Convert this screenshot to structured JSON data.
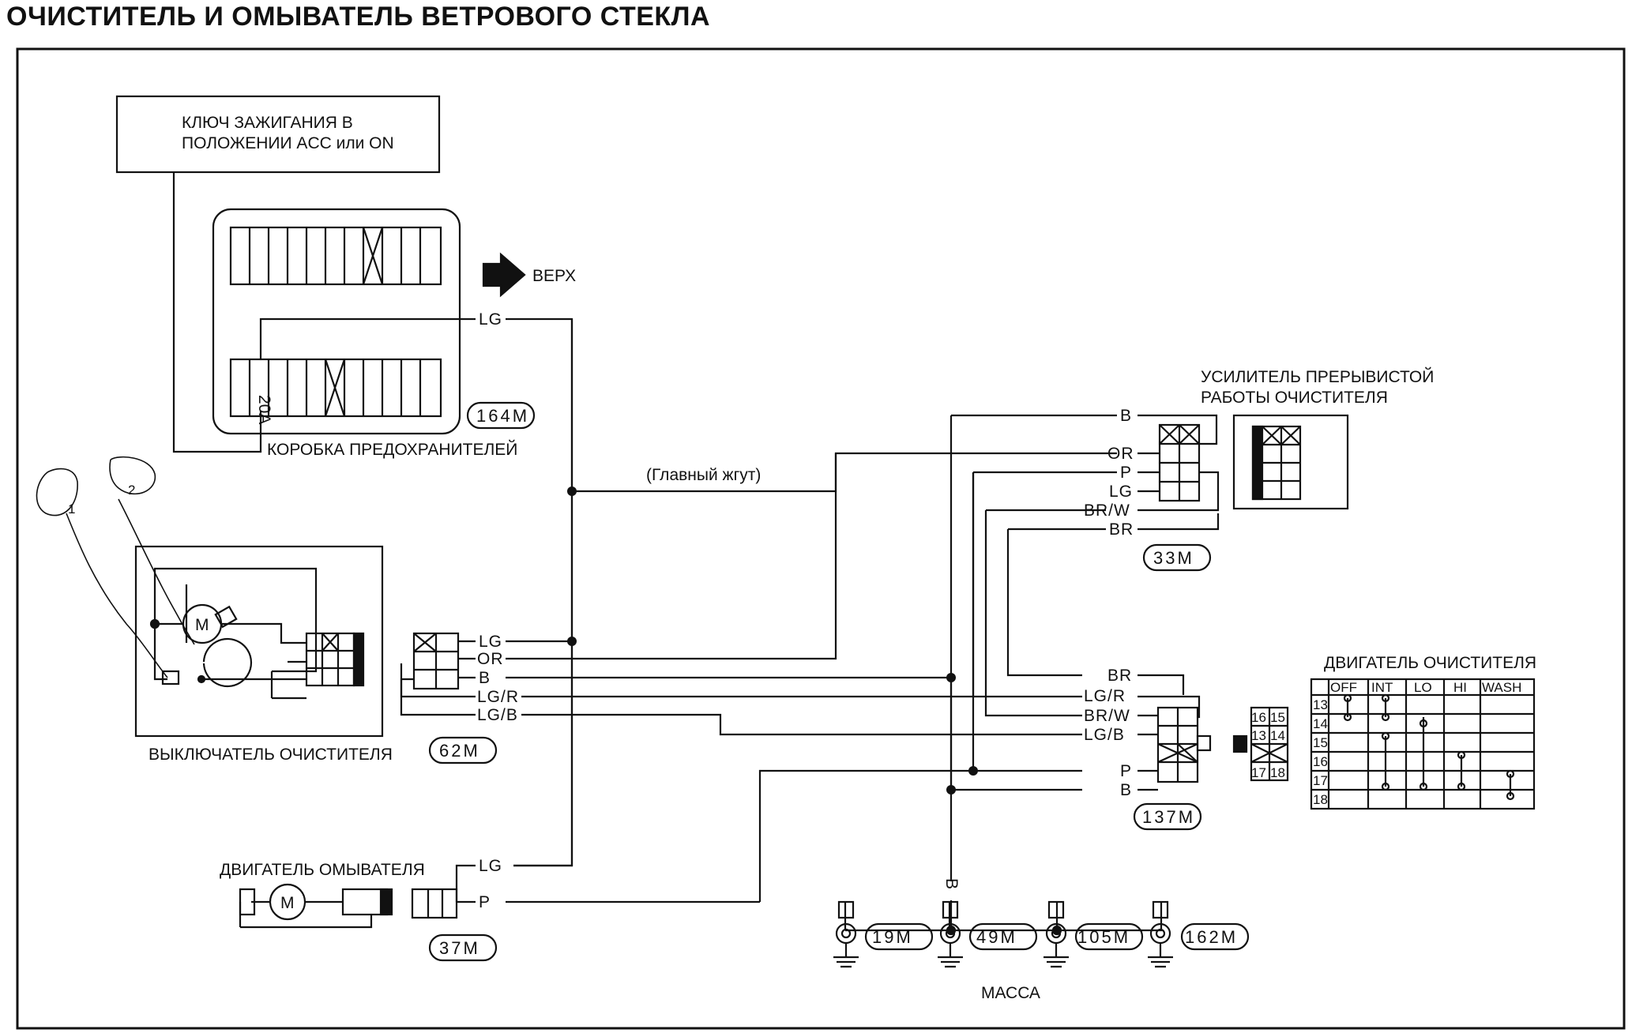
{
  "title": "ОЧИСТИТЕЛЬ И ОМЫВАТЕЛЬ ВЕТРОВОГО СТЕКЛА",
  "ignition": {
    "line1": "КЛЮЧ ЗАЖИГАНИЯ В",
    "line2": "ПОЛОЖЕНИИ ACC или ON"
  },
  "fuse_box": {
    "label": "КОРОБКА ПРЕДОХРАНИТЕЛЕЙ",
    "fuse_rating": "20A",
    "connector": "164M"
  },
  "up_arrow_label": "ВЕРХ",
  "main_harness": "(Главный жгут)",
  "intermittent_amp": {
    "line1": "УСИЛИТЕЛЬ ПРЕРЫВИСТОЙ",
    "line2": "РАБОТЫ ОЧИСТИТЕЛЯ",
    "connector": "33M"
  },
  "wiper_switch": {
    "label": "ВЫКЛЮЧАТЕЛЬ ОЧИСТИТЕЛЯ",
    "connector": "62M",
    "motor_letter": "M"
  },
  "wiper_motor": {
    "label": "ДВИГАТЕЛЬ ОЧИСТИТЕЛЯ",
    "connector": "137M"
  },
  "washer_motor": {
    "label": "ДВИГАТЕЛЬ ОМЫВАТЕЛЯ",
    "connector": "37M",
    "motor_letter": "M"
  },
  "ground": {
    "label": "МАССА",
    "connectors": [
      "19M",
      "49M",
      "105M",
      "162M"
    ],
    "wire": "B"
  },
  "wires": {
    "fuse_out": "LG",
    "amp": [
      "B",
      "OR",
      "P",
      "LG",
      "BR/W",
      "BR"
    ],
    "switch": [
      "LG",
      "OR",
      "B",
      "LG/R",
      "LG/B"
    ],
    "motor": [
      "BR",
      "LG/R",
      "BR/W",
      "LG/B",
      "P",
      "B"
    ],
    "washer": [
      "LG",
      "P"
    ]
  },
  "pin_numbers": [
    "16",
    "15",
    "13",
    "14",
    "17",
    "18"
  ],
  "switch_table": {
    "columns": [
      "OFF",
      "INT",
      "LO",
      "HI",
      "WASH"
    ],
    "rows": [
      "13",
      "14",
      "15",
      "16",
      "17",
      "18"
    ]
  },
  "annotations": [
    "1",
    "2"
  ]
}
